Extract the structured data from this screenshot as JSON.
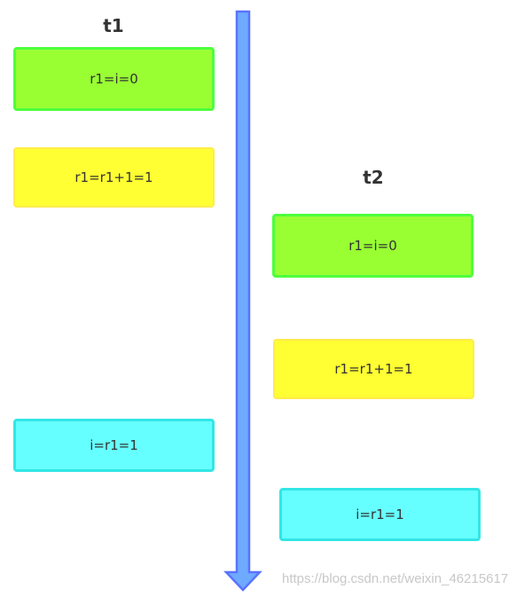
{
  "colors": {
    "load": "#99ff33",
    "add": "#ffff33",
    "store": "#66ffff",
    "arrow_fill": "#6eaaff",
    "arrow_stroke": "#5a73ff"
  },
  "threads": {
    "t1": {
      "label": "t1",
      "steps": [
        "r1=i=0",
        "r1=r1+1=1",
        "i=r1=1"
      ]
    },
    "t2": {
      "label": "t2",
      "steps": [
        "r1=i=0",
        "r1=r1+1=1",
        "i=r1=1"
      ]
    }
  },
  "watermark": "https://blog.csdn.net/weixin_46215617"
}
